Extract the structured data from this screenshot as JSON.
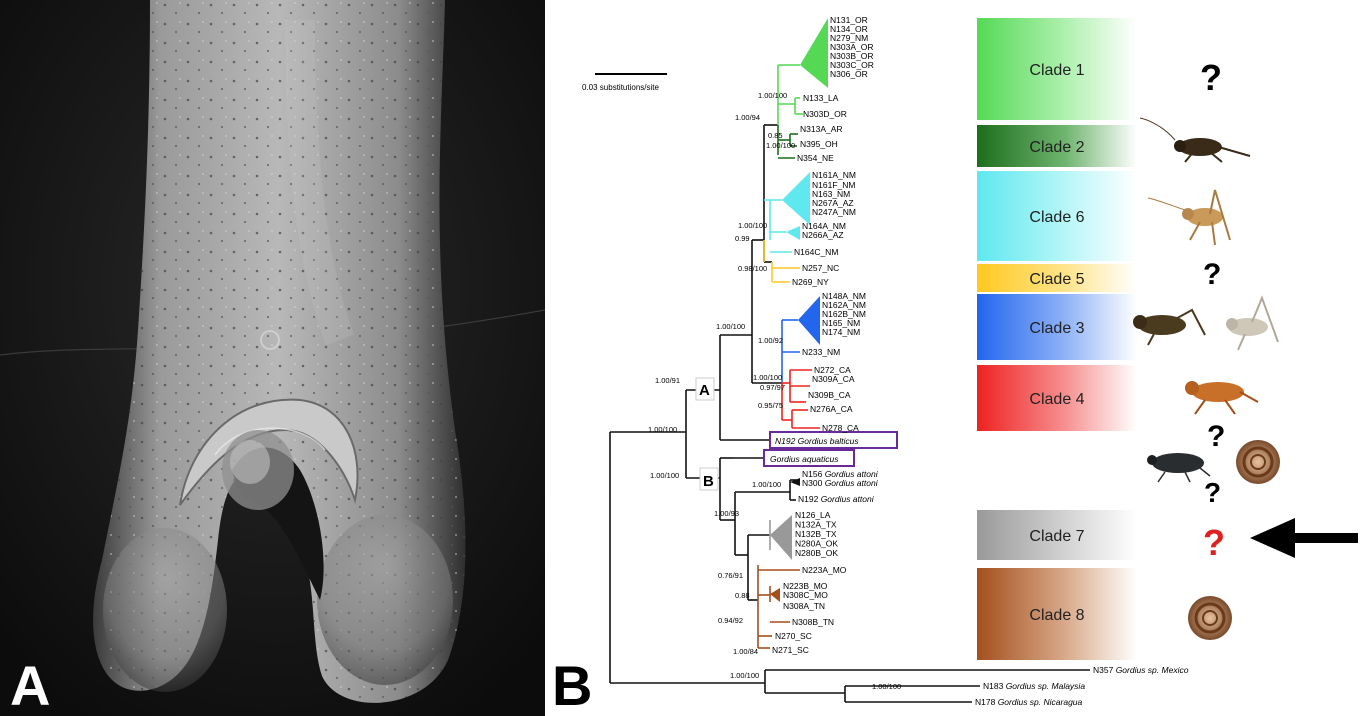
{
  "panel_labels": {
    "a": "A",
    "b": "B"
  },
  "scale_bar": "0.03 substitutions/site",
  "node_labels": {
    "a": "A",
    "b": "B"
  },
  "taxa": [
    "N131_OR",
    "N134_OR",
    "N279_NM",
    "N303A_OR",
    "N303B_OR",
    "N303C_OR",
    "N306_OR",
    "N133_LA",
    "N303D_OR",
    "N313A_AR",
    "N395_OH",
    "N354_NE",
    "N161A_NM",
    "N161F_NM",
    "N163_NM",
    "N267A_AZ",
    "N247A_NM",
    "N164A_NM",
    "N266A_AZ",
    "N164C_NM",
    "N257_NC",
    "N269_NY",
    "N148A_NM",
    "N162A_NM",
    "N162B_NM",
    "N165_NM",
    "N174_NM",
    "N233_NM",
    "N272_CA",
    "N309A_CA",
    "N309B_CA",
    "N276A_CA",
    "N278_CA"
  ],
  "boxed_taxa": [
    "N192 Gordius balticus",
    "Gordius aquaticus"
  ],
  "attoni": [
    {
      "code": "N156",
      "name": "Gordius attoni"
    },
    {
      "code": "N300",
      "name": "Gordius attoni"
    },
    {
      "code": "N192",
      "name": "Gordius attoni"
    }
  ],
  "clade7_taxa": [
    "N126_LA",
    "N132A_TX",
    "N132B_TX",
    "N280A_OK",
    "N280B_OK"
  ],
  "clade8_taxa": [
    "N223A_MO",
    "N223B_MO",
    "N308C_MO",
    "N308A_TN",
    "N308B_TN",
    "N270_SC",
    "N271_SC"
  ],
  "outgroups": [
    {
      "code": "N357",
      "name": "Gordius sp. Mexico"
    },
    {
      "code": "N183",
      "name": "Gordius sp. Malaysia"
    },
    {
      "code": "N178",
      "name": "Gordius sp. Nicaragua"
    }
  ],
  "support": {
    "s01": "1.00/100",
    "s02": "1.00/94",
    "s03": "0.85",
    "s04": "1.00/100",
    "s05": "1.00/100",
    "s06": "0.99",
    "s07": "0.98/100",
    "s08": "1.00/100",
    "s09": "1.00/92",
    "s10": "1.00/100",
    "s11": "0.97/97",
    "s12": "0.95/75",
    "s13": "1.00/91",
    "s14": "1.00/100",
    "s15": "1.00/100",
    "s16": "1.00/100",
    "s17": "1.00/93",
    "s18": "0.76/91",
    "s19": "0.88",
    "s20": "0.94/92",
    "s21": "1.00/84",
    "s22": "1.00/100",
    "s23": "1.00/100"
  },
  "clades": [
    {
      "label": "Clade 1",
      "color": "#55d955"
    },
    {
      "label": "Clade 2",
      "color": "#1b6e1b"
    },
    {
      "label": "Clade 6",
      "color": "#5fe8ee"
    },
    {
      "label": "Clade 5",
      "color": "#ffc820"
    },
    {
      "label": "Clade 3",
      "color": "#2266ee"
    },
    {
      "label": "Clade 4",
      "color": "#ee2222"
    },
    {
      "label": "Clade 7",
      "color": "#999999"
    },
    {
      "label": "Clade 8",
      "color": "#a44f1c"
    }
  ],
  "question_marks": [
    "?",
    "?",
    "?",
    "?",
    "?"
  ],
  "highlight_question": {
    "mark": "?",
    "color": "#e02020"
  }
}
